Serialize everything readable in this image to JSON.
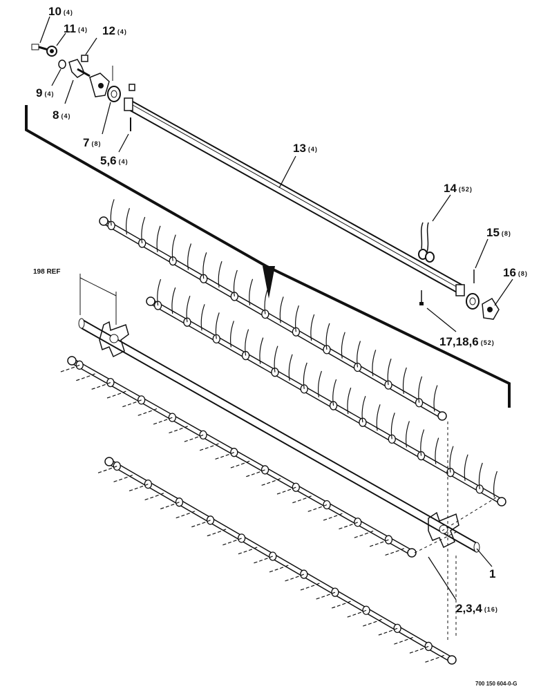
{
  "callouts": [
    {
      "num": "10",
      "qty": "(4)"
    },
    {
      "num": "11",
      "qty": "(4)"
    },
    {
      "num": "12",
      "qty": "(4)"
    },
    {
      "num": "9",
      "qty": "(4)"
    },
    {
      "num": "8",
      "qty": "(4)"
    },
    {
      "num": "7",
      "qty": "(8)"
    },
    {
      "num": "5,6",
      "qty": "(4)"
    },
    {
      "num": "13",
      "qty": "(4)"
    },
    {
      "num": "14",
      "qty": "(52)"
    },
    {
      "num": "15",
      "qty": "(8)"
    },
    {
      "num": "16",
      "qty": "(8)"
    },
    {
      "num": "17,18,6",
      "qty": "(52)"
    },
    {
      "num": "1",
      "qty": ""
    },
    {
      "num": "2,3,4",
      "qty": "(16)"
    }
  ],
  "reference_label": "198 REF",
  "drawing_number": "700 150 604-0-G"
}
